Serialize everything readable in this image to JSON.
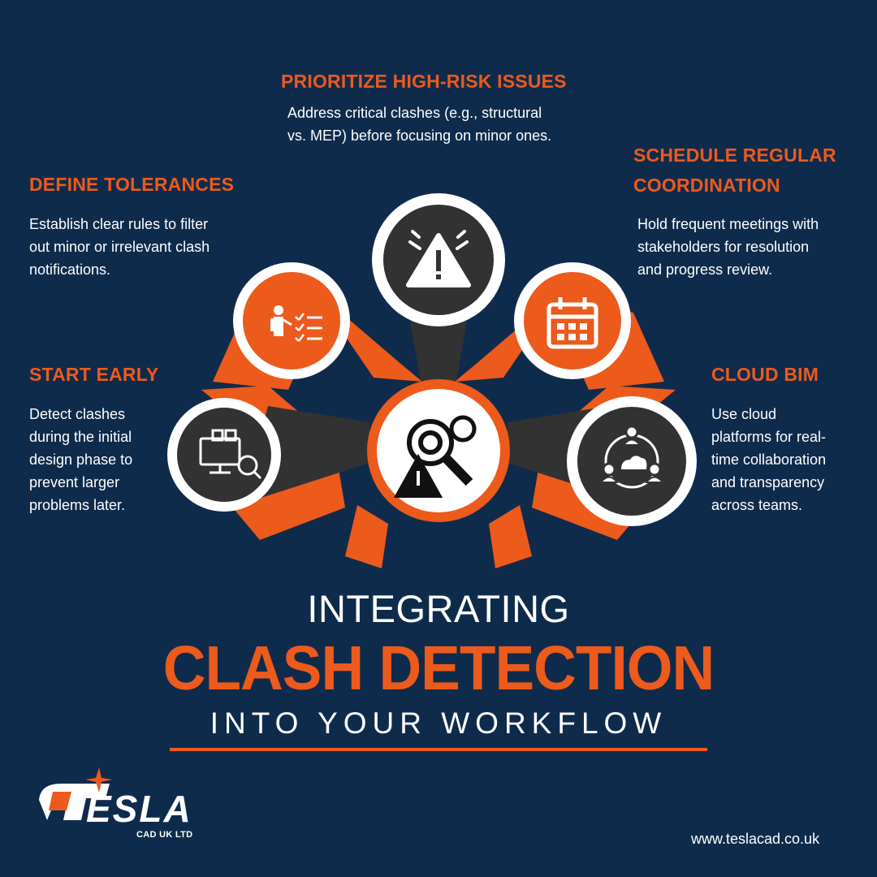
{
  "title": {
    "line1": "INTEGRATING",
    "line2": "CLASH DETECTION",
    "line3": "INTO YOUR WORKFLOW"
  },
  "items": [
    {
      "heading": [
        "START EARLY"
      ],
      "body": [
        "Detect clashes",
        "during the initial",
        "design phase to",
        "prevent larger",
        "problems later."
      ],
      "icon": "clash-review-monitor-icon"
    },
    {
      "heading": [
        "DEFINE TOLERANCES"
      ],
      "body": [
        "Establish clear rules to filter",
        "out minor or irrelevant clash",
        "notifications."
      ],
      "icon": "presenter-checklist-icon"
    },
    {
      "heading": [
        "PRIORITIZE HIGH-RISK ISSUES"
      ],
      "body": [
        "Address critical clashes (e.g., structural",
        "vs. MEP) before focusing on minor ones."
      ],
      "icon": "warning-alert-icon"
    },
    {
      "heading": [
        "SCHEDULE REGULAR",
        "COORDINATION"
      ],
      "body": [
        "Hold frequent meetings with",
        "stakeholders for resolution",
        "and progress review."
      ],
      "icon": "calendar-icon"
    },
    {
      "heading": [
        "CLOUD BIM"
      ],
      "body": [
        "Use cloud",
        "platforms for real-",
        "time collaboration",
        "and transparency",
        "across teams."
      ],
      "icon": "cloud-collaboration-icon"
    }
  ],
  "center_icon": "clash-detection-gear-icon",
  "logo": {
    "text": "ESLA",
    "subtext": "CAD UK LTD"
  },
  "website": "www.teslacad.co.uk",
  "colors": {
    "background": "#0f2b4c",
    "accent": "#ec5a1c",
    "dark_grey": "#323232",
    "white": "#ffffff"
  }
}
